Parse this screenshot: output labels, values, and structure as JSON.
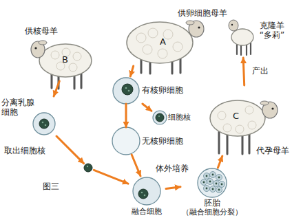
{
  "diagram": {
    "nodes": [
      {
        "text": [
          "供核母羊",
          "B"
        ]
      },
      {
        "text": [
          "供卵细胞母羊",
          "A"
        ]
      },
      {
        "text": [
          "克隆羊 “多莉”"
        ]
      },
      {
        "text": [
          "分离乳腺 细胞"
        ]
      },
      {
        "text": [
          "有核卵细胞"
        ]
      },
      {
        "text": [
          "细胞核"
        ]
      },
      {
        "text": [
          "无核卵细胞"
        ]
      },
      {
        "text": [
          "融合细胞"
        ]
      },
      {
        "text": [
          "胚胎",
          "（融合细胞分裂）"
        ]
      },
      {
        "text": [
          "代孕母羊",
          "C"
        ]
      }
    ],
    "edges": [
      {
        "from": 0,
        "to": 3,
        "arrow": "to"
      },
      {
        "from": 1,
        "to": 4,
        "arrow": "to"
      },
      {
        "from": 4,
        "to": 5,
        "arrow": "to"
      },
      {
        "from": 4,
        "to": 6,
        "arrow": "to"
      },
      {
        "from": 3,
        "to": 7,
        "label": "取出细胞核",
        "arrow": "to"
      },
      {
        "from": 6,
        "to": 7,
        "arrow": "to"
      },
      {
        "from": 7,
        "to": 8,
        "label": "体外培养",
        "arrow": "to"
      },
      {
        "from": 8,
        "to": 9,
        "arrow": "to"
      },
      {
        "from": 9,
        "to": 2,
        "label": "产出",
        "arrow": "to"
      }
    ],
    "labels": [
      "图三"
    ]
  }
}
